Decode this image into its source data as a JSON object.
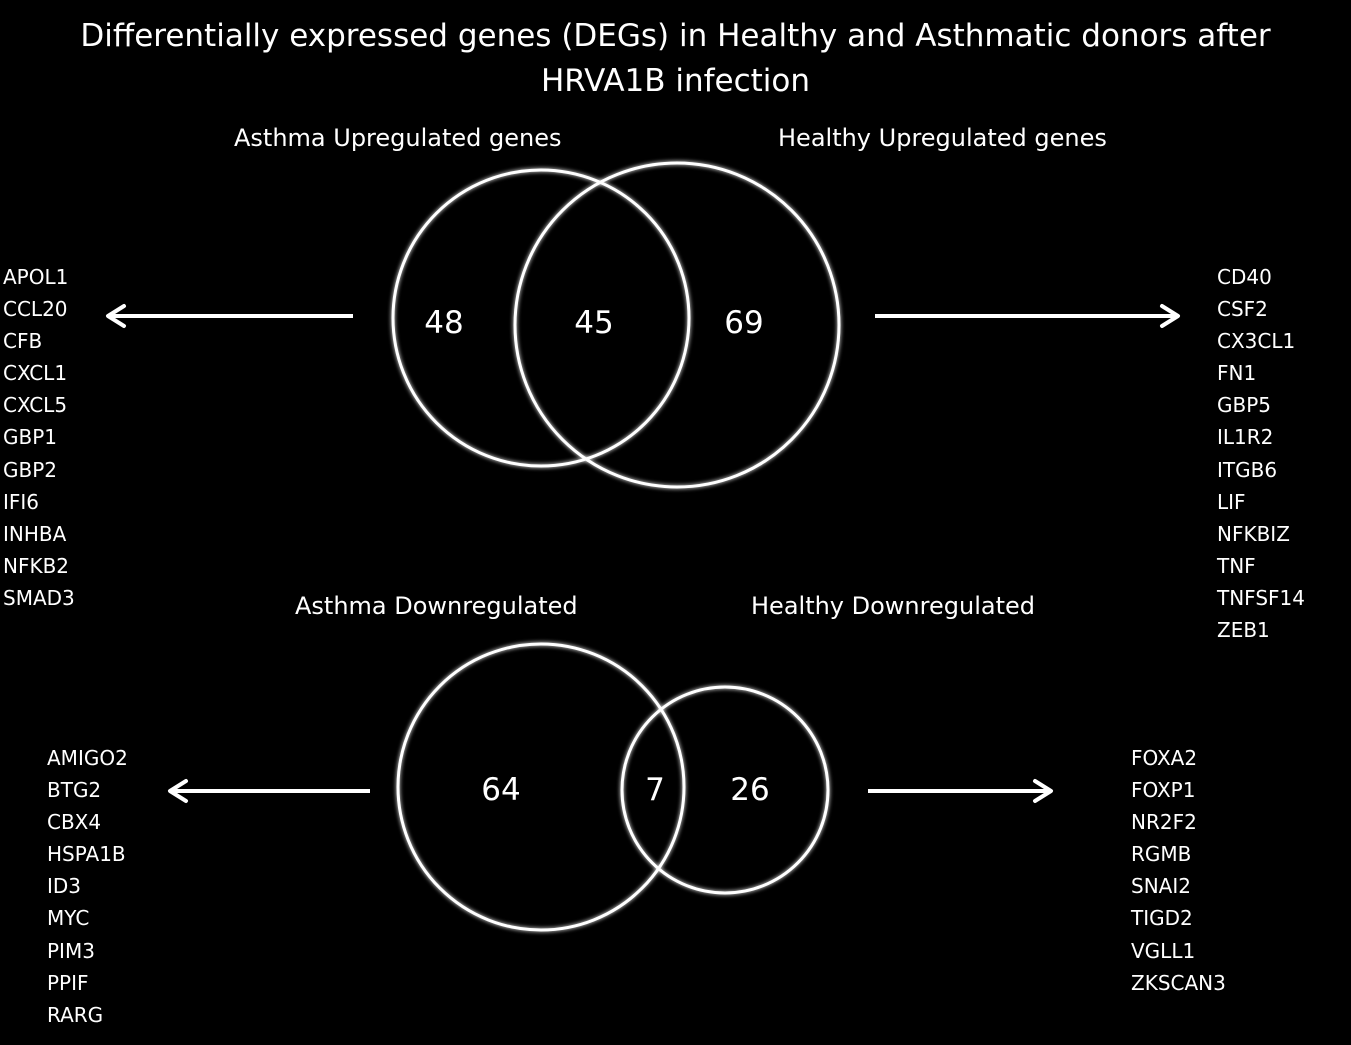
{
  "title_line1": "Differentially expressed genes (DEGs) in Healthy and Asthmatic donors after",
  "title_line2": "HRVA1B infection",
  "upregulated": {
    "asthma_label": "Asthma Upregulated genes",
    "healthy_label": "Healthy Upregulated genes",
    "asthma_only": "48",
    "shared": "45",
    "healthy_only": "69",
    "asthma_genes": [
      "APOL1",
      "CCL20",
      "CFB",
      "CXCL1",
      "CXCL5",
      "GBP1",
      "GBP2",
      "IFI6",
      "INHBA",
      "NFKB2",
      "SMAD3"
    ],
    "healthy_genes": [
      "CD40",
      "CSF2",
      "CX3CL1",
      "FN1",
      "GBP5",
      "IL1R2",
      "ITGB6",
      "LIF",
      "NFKBIZ",
      "TNF",
      "TNFSF14",
      "ZEB1"
    ]
  },
  "downregulated": {
    "asthma_label": "Asthma Downregulated",
    "healthy_label": "Healthy Downregulated",
    "asthma_only": "64",
    "shared": "7",
    "healthy_only": "26",
    "asthma_genes": [
      "AMIGO2",
      "BTG2",
      "CBX4",
      "HSPA1B",
      "ID3",
      "MYC",
      "PIM3",
      "PPIF",
      "RARG"
    ],
    "healthy_genes": [
      "FOXA2",
      "FOXP1",
      "NR2F2",
      "RGMB",
      "SNAI2",
      "TIGD2",
      "VGLL1",
      "ZKSCAN3"
    ]
  },
  "colors": {
    "background": "#000000",
    "foreground": "#ffffff"
  }
}
